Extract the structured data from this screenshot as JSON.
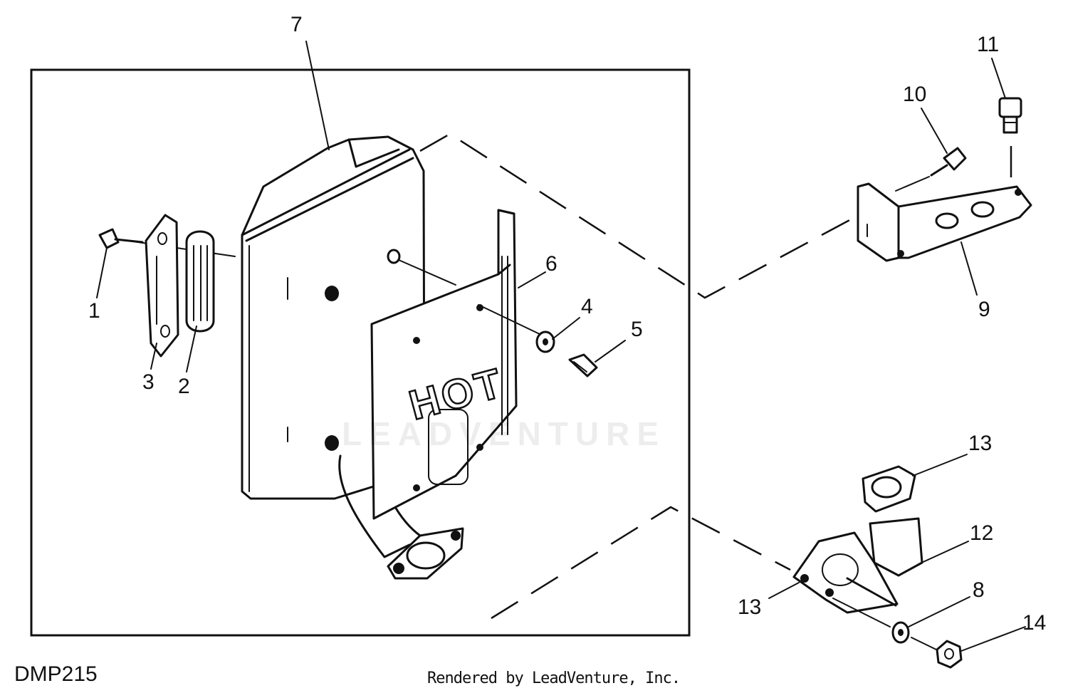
{
  "figure_code": "DMP215",
  "credit": "Rendered by LeadVenture, Inc.",
  "watermark": "LEADVENTURE",
  "shield_text": "HOT",
  "callouts": {
    "c1": "1",
    "c2": "2",
    "c3": "3",
    "c4": "4",
    "c5": "5",
    "c6": "6",
    "c7": "7",
    "c8": "8",
    "c9": "9",
    "c10": "10",
    "c11": "11",
    "c12": "12",
    "c13a": "13",
    "c13b": "13",
    "c14": "14"
  }
}
